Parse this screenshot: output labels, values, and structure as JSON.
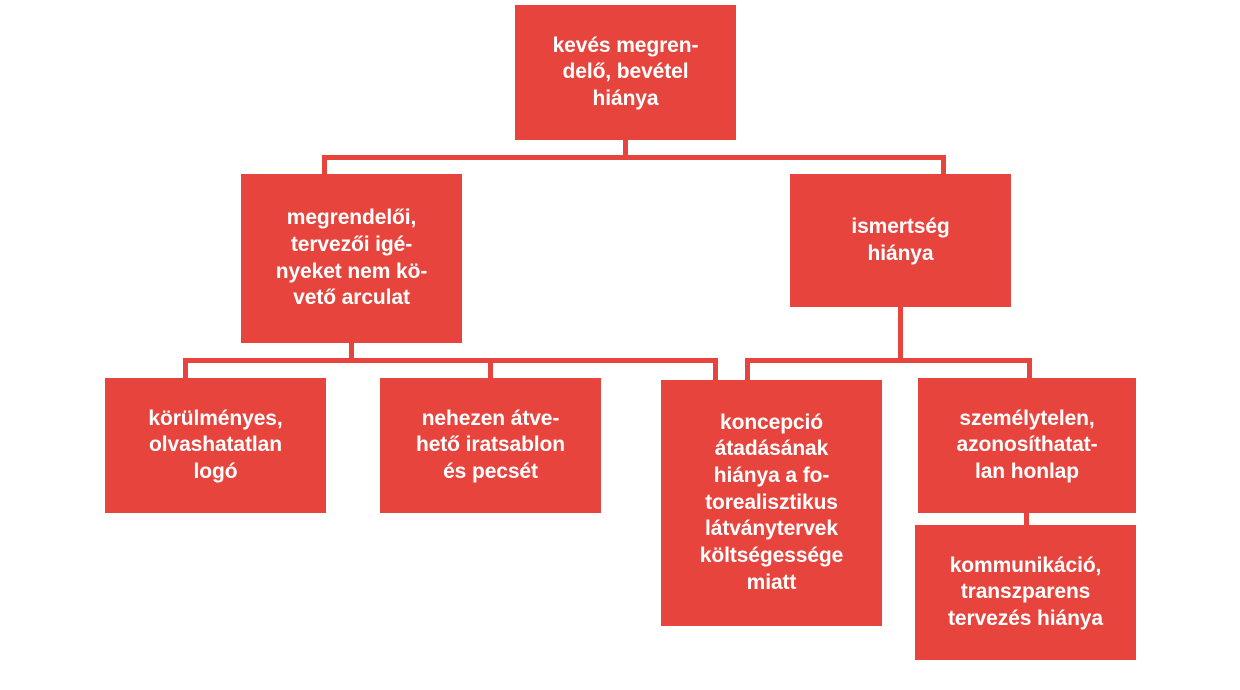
{
  "diagram": {
    "title": "kevés megrendelő, bevétel hiánya problémafa",
    "type": "problem-tree",
    "accent_color": "#e8443e",
    "text_color": "#ffffff",
    "background_color": "#ffffff",
    "language": "hu",
    "levels": 3
  },
  "nodes": {
    "root": {
      "id": "root",
      "label": "kevés megren-\ndelő, bevétel\nhiánya",
      "plain": "kevés megrendelő, bevétel hiánya",
      "level": 1
    },
    "arculat": {
      "id": "arculat",
      "label": "megrendelői,\ntervezői igé-\nnyeket nem kö-\nvető arculat",
      "plain": "megrendelői, tervezői igényeket nem követő arculat",
      "level": 2,
      "parent": "root"
    },
    "ismertseg": {
      "id": "ismertseg",
      "label": "ismertség\nhiánya",
      "plain": "ismertség hiánya",
      "level": 2,
      "parent": "root"
    },
    "logo": {
      "id": "logo",
      "label": "körülményes,\nolvashatatlan\nlogó",
      "plain": "körülményes, olvashatatlan logó",
      "level": 3,
      "parent": "arculat"
    },
    "iratsablon": {
      "id": "iratsablon",
      "label": "nehezen átve-\nhető iratsablon\nés pecsét",
      "plain": "nehezen átvehető iratsablon és pecsét",
      "level": 3,
      "parent": "arculat"
    },
    "koncepcio": {
      "id": "koncepcio",
      "label": "koncepció\nátadásának\nhiánya a fo-\ntorealisztikus\nlátványtervek\nköltségessége\nmiatt",
      "plain": "koncepció átadásának hiánya a fotorealisztikus látványtervek költségessége miatt",
      "level": 3,
      "parent": "arculat, ismertség"
    },
    "honlap": {
      "id": "honlap",
      "label": "személytelen,\nazonosíthatat-\nlan honlap",
      "plain": "személytelen, azonosíthatatlan honlap",
      "level": 3,
      "parent": "ismertseg"
    },
    "kommunikacio": {
      "id": "kommunikacio",
      "label": "kommunikáció,\ntranszparens\ntervezés hiánya",
      "plain": "kommunikáció, transzparens tervezés hiánya",
      "level": 4,
      "parent": "honlap"
    }
  }
}
